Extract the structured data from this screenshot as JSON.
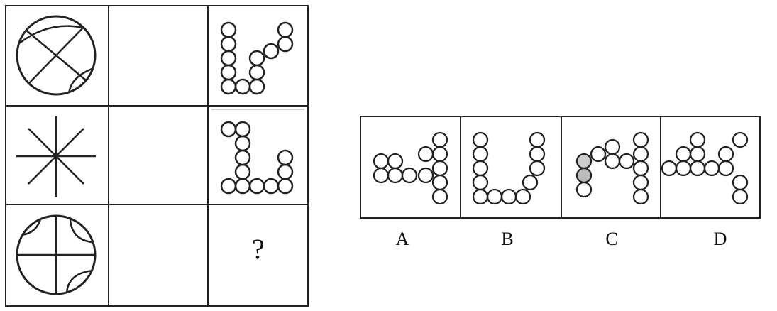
{
  "matrix": {
    "question_mark": "¿",
    "rows": [
      {
        "left_figure": "circle-with-arcs-and-diagonal-icon",
        "right_figure": "circle-pattern-1"
      },
      {
        "left_figure": "eight-ray-star-icon",
        "right_figure": "circle-pattern-2"
      },
      {
        "left_figure": "circle-with-cross-and-arcs-icon",
        "right_figure": "unknown"
      }
    ]
  },
  "options": {
    "labels": [
      "A",
      "B",
      "C",
      "D"
    ]
  }
}
